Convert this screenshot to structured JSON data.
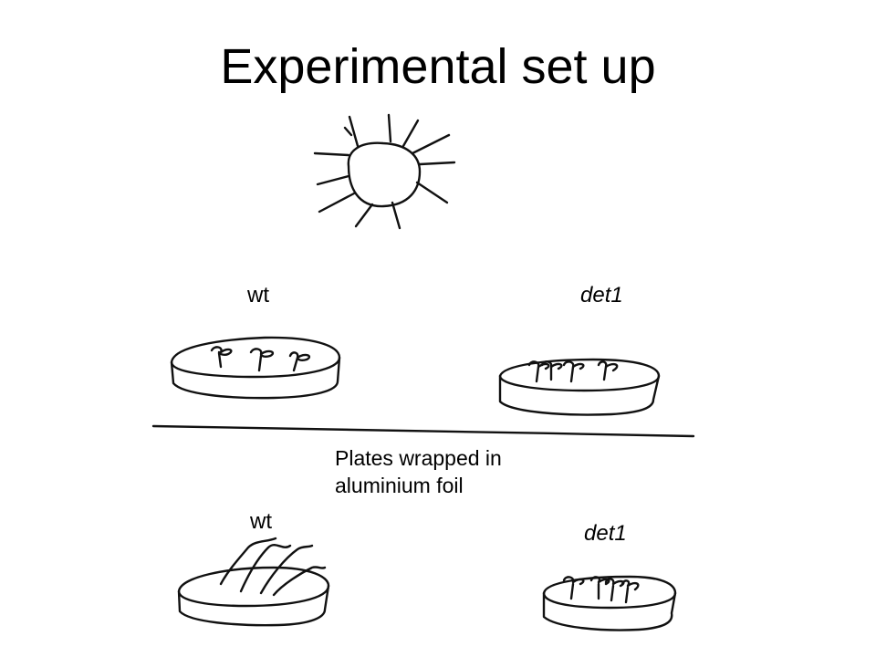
{
  "title": "Experimental set up",
  "light_condition": {
    "labels": {
      "wt": "wt",
      "mutant": "det1"
    }
  },
  "dark_condition": {
    "caption_line1": "Plates wrapped in",
    "caption_line2": "aluminium foil",
    "labels": {
      "wt": "wt",
      "mutant": "det1"
    }
  },
  "icons": [
    "sun-icon",
    "petri-dish",
    "seedling"
  ]
}
